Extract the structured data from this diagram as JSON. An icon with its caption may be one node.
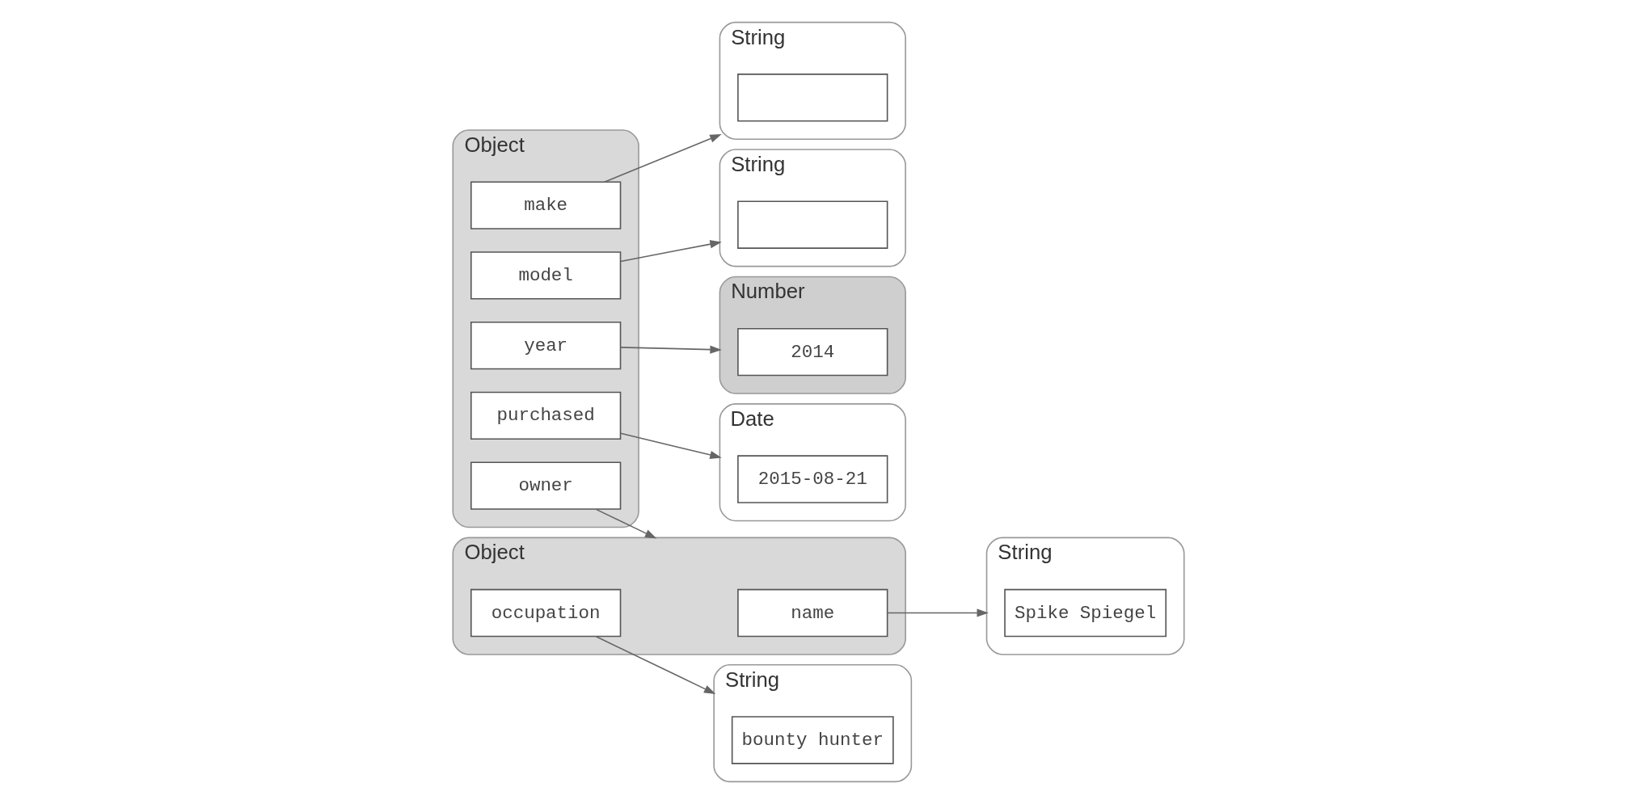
{
  "diagram": {
    "nodes": [
      {
        "text": [
          "Object"
        ]
      },
      {
        "text": [
          "make"
        ],
        "in": 0
      },
      {
        "text": [
          "model"
        ],
        "in": 0
      },
      {
        "text": [
          "year"
        ],
        "in": 0
      },
      {
        "text": [
          "purchased"
        ],
        "in": 0
      },
      {
        "text": [
          "owner"
        ],
        "in": 0
      },
      {
        "text": [
          "String"
        ]
      },
      {
        "text": [],
        "shape": "box",
        "in": 6
      },
      {
        "text": [
          "String"
        ]
      },
      {
        "text": [],
        "shape": "box",
        "in": 8
      },
      {
        "text": [
          "Number"
        ]
      },
      {
        "text": [
          "2014"
        ],
        "in": 10
      },
      {
        "text": [
          "Date"
        ]
      },
      {
        "text": [
          "2015-08-21"
        ],
        "in": 12
      },
      {
        "text": [
          "Object"
        ]
      },
      {
        "text": [
          "name"
        ],
        "in": 14
      },
      {
        "text": [
          "occupation"
        ],
        "in": 14
      },
      {
        "text": [
          "String"
        ]
      },
      {
        "text": [
          "Spike Spiegel"
        ],
        "in": 17
      },
      {
        "text": [
          "String"
        ]
      },
      {
        "text": [
          "bounty hunter"
        ],
        "in": 19
      }
    ],
    "edges": [
      {
        "from": 1,
        "to": 6,
        "arrow": "to"
      },
      {
        "from": 2,
        "to": 8,
        "arrow": "to"
      },
      {
        "from": 3,
        "to": 10,
        "arrow": "to"
      },
      {
        "from": 4,
        "to": 12,
        "arrow": "to"
      },
      {
        "from": 5,
        "to": 14,
        "arrow": "to"
      },
      {
        "from": 15,
        "to": 17,
        "arrow": "to"
      },
      {
        "from": 16,
        "to": 19,
        "arrow": "to"
      }
    ]
  }
}
